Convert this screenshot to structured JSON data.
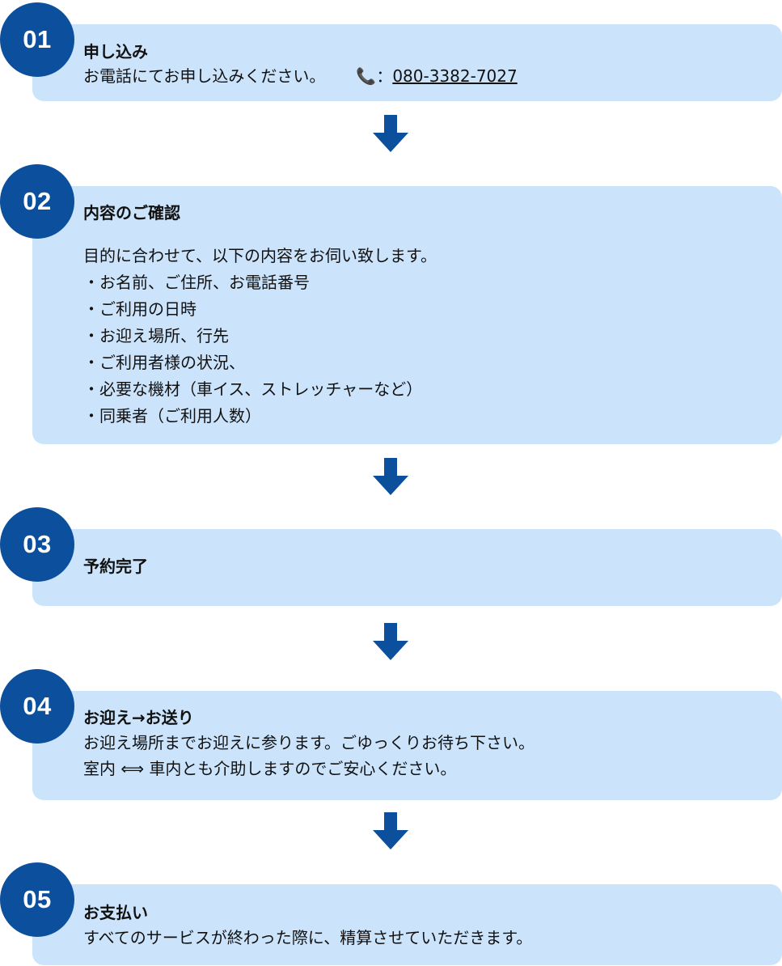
{
  "colors": {
    "card_background": "#cce4fb",
    "badge_background": "#0c4f9c",
    "arrow": "#0c4f9c",
    "text": "#111111"
  },
  "steps": [
    {
      "number": "01",
      "title": "申し込み",
      "text": "お電話にてお申し込みください。",
      "phone_icon": "phone-icon",
      "phone_icon_glyph": "📞",
      "phone_separator": "：",
      "phone_number": "080-3382-7027"
    },
    {
      "number": "02",
      "title": "内容のご確認",
      "intro": "目的に合わせて、以下の内容をお伺い致します。",
      "items": [
        "・お名前、ご住所、お電話番号",
        "・ご利用の日時",
        "・お迎え場所、行先",
        "・ご利用者様の状況、",
        "・必要な機材（車イス、ストレッチャーなど）",
        "・同乗者（ご利用人数）"
      ]
    },
    {
      "number": "03",
      "title": "予約完了"
    },
    {
      "number": "04",
      "title": "お迎え→お送り",
      "lines": [
        "お迎え場所までお迎えに参ります。ごゆっくりお待ち下さい。",
        "室内 ⟺ 車内とも介助しますのでご安心ください。"
      ]
    },
    {
      "number": "05",
      "title": "お支払い",
      "text": "すべてのサービスが終わった際に、精算させていただきます。"
    }
  ],
  "arrow_icon": "down-arrow-icon"
}
